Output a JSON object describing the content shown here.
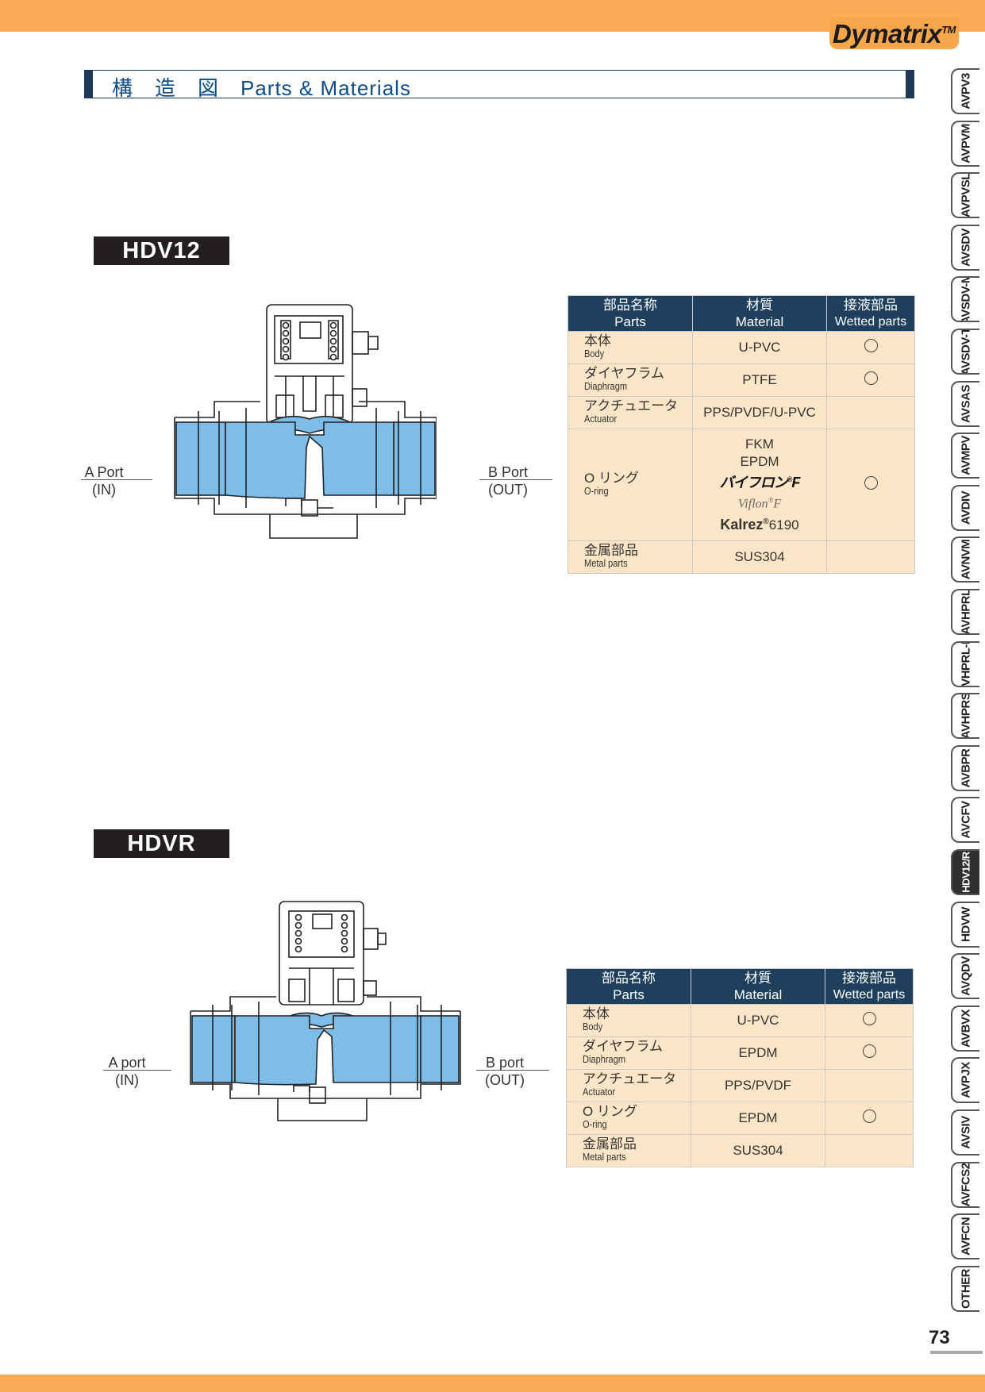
{
  "brand": "Dymatrix",
  "brand_tm": "TM",
  "title": "構　造　図　Parts & Materials",
  "page_number": "73",
  "side_tabs": [
    "AVPV3",
    "AVPVM",
    "AVPVSL",
    "AVSDV",
    "AVSDV-M",
    "AVSDV-T",
    "AVSAS",
    "AVMPV",
    "AVDIV",
    "AVNVM",
    "AVHPRL",
    "AVHPRL-M",
    "AVHPRS",
    "AVBPR",
    "AVCFV",
    "HDV12/R",
    "HDVW",
    "AVQDV",
    "AVBVX",
    "AVPJX",
    "AVSIV",
    "AVFCS2",
    "AVFCN",
    "OTHER"
  ],
  "active_tab": "HDV12/R",
  "colors": {
    "orange": "#fbaa55",
    "navy": "#1f405c",
    "cream": "#fde6c7",
    "fluid": "#7dbde8"
  },
  "sections": [
    {
      "model": "HDV12",
      "port_a": {
        "name": "A Port",
        "dir": "(IN)"
      },
      "port_b": {
        "name": "B Port",
        "dir": "(OUT)"
      },
      "headers": [
        {
          "ja": "部品名称",
          "en": "Parts"
        },
        {
          "ja": "材質",
          "en": "Material"
        },
        {
          "ja": "接液部品",
          "en": "Wetted parts"
        }
      ],
      "rows": [
        {
          "ja": "本体",
          "en": "Body",
          "material": "U-PVC",
          "wetted": true
        },
        {
          "ja": "ダイヤフラム",
          "en": "Diaphragm",
          "material": "PTFE",
          "wetted": true
        },
        {
          "ja": "アクチュエータ",
          "en": "Actuator",
          "material": "PPS/PVDF/U-PVC",
          "wetted": false
        },
        {
          "ja": "O リング",
          "en": "O-ring",
          "materials": [
            "FKM",
            "EPDM"
          ],
          "logo1": "バイフロン",
          "logo1_sup": "®",
          "logo1_suffix": "F",
          "logo2": "Viflon",
          "logo2_sup": "®",
          "logo2_suffix": "F",
          "logo3": "Kalrez",
          "logo3_sup": "®",
          "logo3_suffix": "6190",
          "wetted": true
        },
        {
          "ja": "金属部品",
          "en": "Metal parts",
          "material": "SUS304",
          "wetted": false
        }
      ]
    },
    {
      "model": "HDVR",
      "port_a": {
        "name": "A port",
        "dir": "(IN)"
      },
      "port_b": {
        "name": "B port",
        "dir": "(OUT)"
      },
      "headers": [
        {
          "ja": "部品名称",
          "en": "Parts"
        },
        {
          "ja": "材質",
          "en": "Material"
        },
        {
          "ja": "接液部品",
          "en": "Wetted parts"
        }
      ],
      "rows": [
        {
          "ja": "本体",
          "en": "Body",
          "material": "U-PVC",
          "wetted": true
        },
        {
          "ja": "ダイヤフラム",
          "en": "Diaphragm",
          "material": "EPDM",
          "wetted": true
        },
        {
          "ja": "アクチュエータ",
          "en": "Actuator",
          "material": "PPS/PVDF",
          "wetted": false
        },
        {
          "ja": "O リング",
          "en": "O-ring",
          "material": "EPDM",
          "wetted": true
        },
        {
          "ja": "金属部品",
          "en": "Metal parts",
          "material": "SUS304",
          "wetted": false
        }
      ]
    }
  ]
}
